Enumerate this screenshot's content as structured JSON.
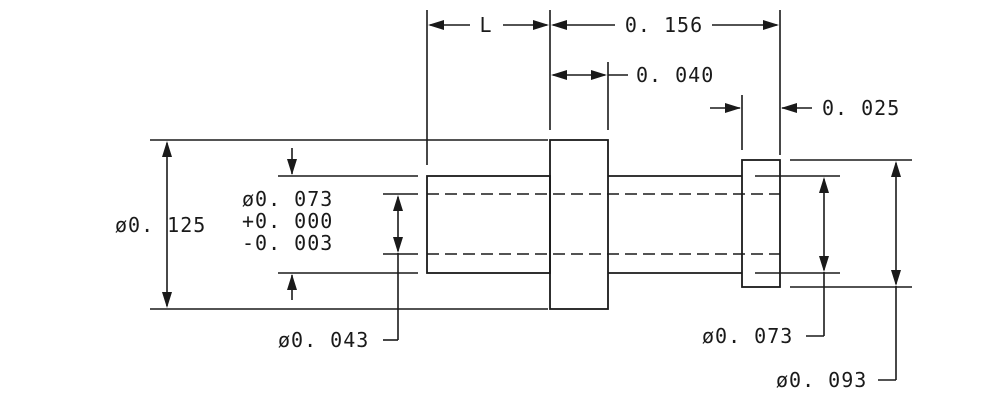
{
  "dimensions": {
    "length_label": "L",
    "overall_length": "0. 156",
    "flange_width": "0. 040",
    "end_flange_width": "0. 025",
    "flange_diameter": "ø0. 125",
    "shank_diameter": "ø0. 073",
    "shank_tolerance_plus": "+0. 000",
    "shank_tolerance_minus": "-0. 003",
    "bore_diameter": "ø0. 043",
    "right_shank_diameter": "ø0. 073",
    "end_flange_diameter": "ø0. 093"
  }
}
